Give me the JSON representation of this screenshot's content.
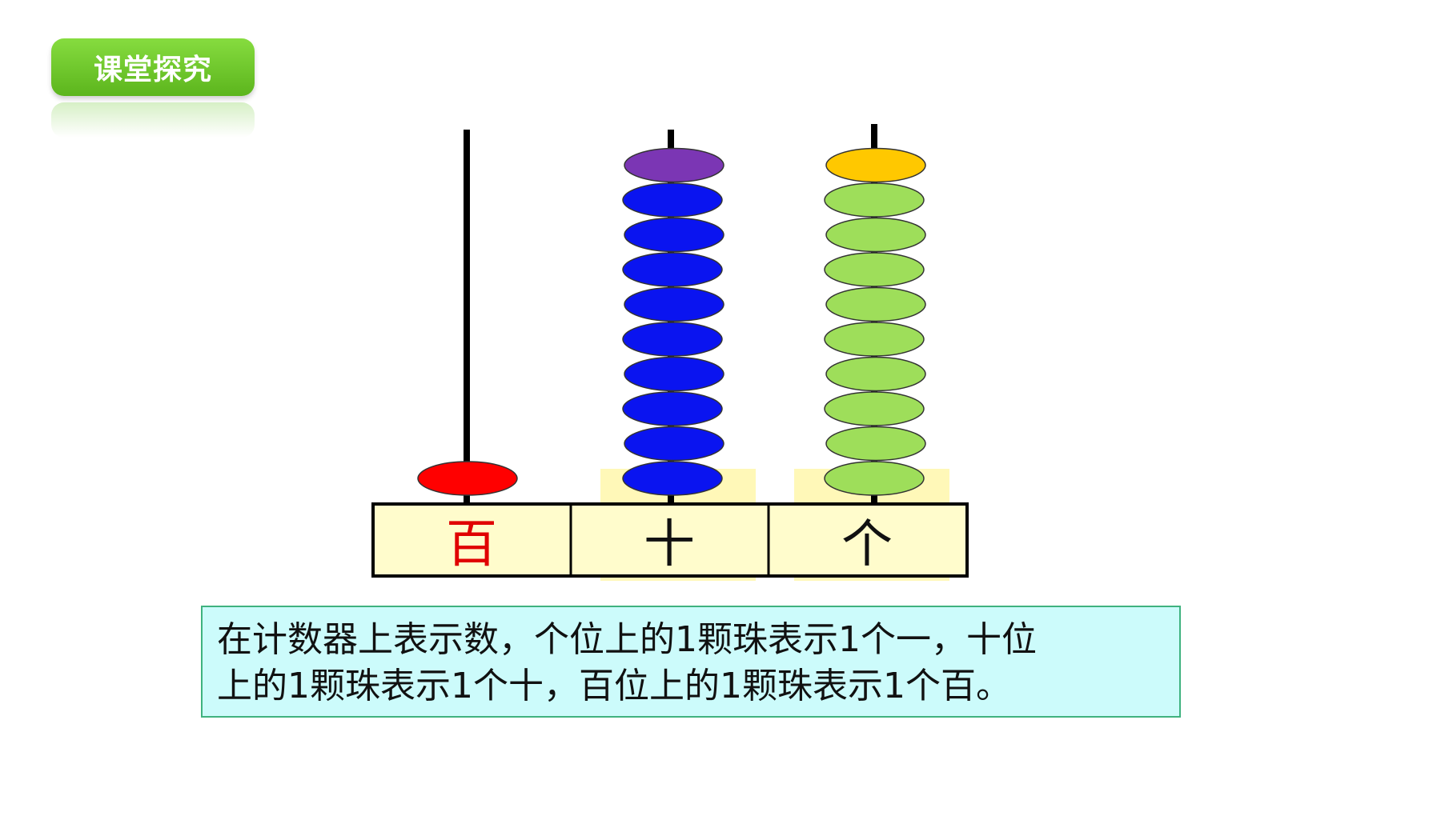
{
  "header": {
    "badge_label": "课堂探究"
  },
  "abacus": {
    "columns": [
      {
        "label": "百",
        "bead_count": 1,
        "bead_color": "#ff0000",
        "label_color": "#e00000"
      },
      {
        "label": "十",
        "bead_count": 10,
        "bead_color": "#0a14f0",
        "top_bead_color": "#7b36b4",
        "label_color": "#111111"
      },
      {
        "label": "个",
        "bead_count": 10,
        "bead_color": "#9ede5a",
        "top_bead_color": "#ffc800",
        "label_color": "#111111"
      }
    ],
    "base_color": "#fffccc",
    "highlight_color": "#fff8b8"
  },
  "note": {
    "line1": "在计数器上表示数，个位上的1颗珠表示1个一，十位",
    "line2": "上的1颗珠表示1个十，百位上的1颗珠表示1个百。"
  }
}
